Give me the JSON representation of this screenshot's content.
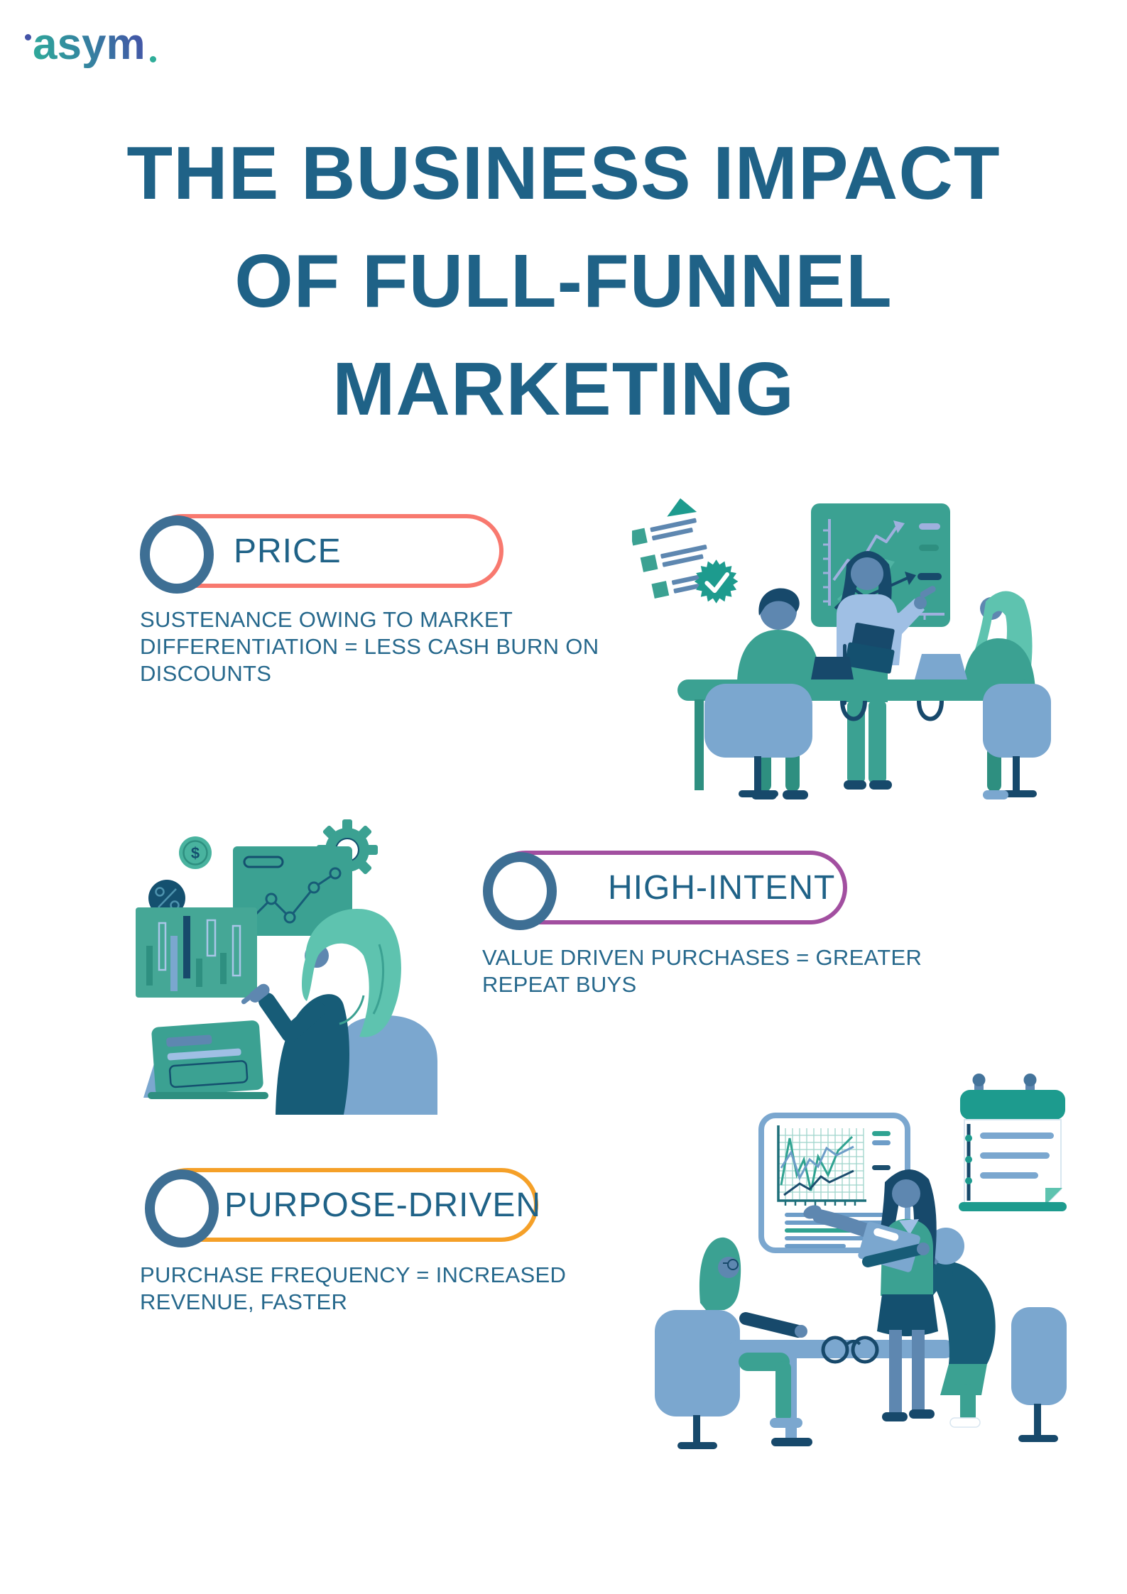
{
  "logo": {
    "text": "asym"
  },
  "title": {
    "lines": [
      "THE BUSINESS IMPACT",
      "OF FULL-FUNNEL",
      "MARKETING"
    ],
    "color": "#1F6287"
  },
  "sections": [
    {
      "label": "PRICE",
      "pill_color": "#F8796F",
      "ring_color": "#3E6F94",
      "description": "SUSTENANCE OWING TO MARKET DIFFERENTIATION = LESS CASH BURN ON DISCOUNTS",
      "description_lines": [
        "SUSTENANCE OWING TO MARKET",
        "DIFFERENTIATION = LESS CASH BURN ON",
        "DISCOUNTS"
      ]
    },
    {
      "label": "HIGH-INTENT",
      "pill_color": "#A24FA0",
      "ring_color": "#3E6F94",
      "description": "VALUE DRIVEN PURCHASES = GREATER REPEAT BUYS",
      "description_lines": [
        "VALUE DRIVEN PURCHASES = GREATER",
        "REPEAT BUYS"
      ]
    },
    {
      "label": "PURPOSE-DRIVEN",
      "pill_color": "#F5A028",
      "ring_color": "#3E6F94",
      "description": "PURCHASE FREQUENCY = INCREASED REVENUE, FASTER",
      "description_lines": [
        "PURCHASE FREQUENCY = INCREASED",
        "REVENUE, FASTER"
      ]
    }
  ],
  "text_color": "#26688C",
  "icons": {
    "dollar_glyph": "$",
    "percent_glyph": "%",
    "illustration_1": "team-presentation-scene",
    "illustration_2": "analyst-pointing-at-charts-scene",
    "illustration_3": "team-review-meeting-scene"
  },
  "palette": {
    "c-teal": "#3BA192",
    "c-teal-2": "#2E8F80",
    "c-teal-bright": "#1D9B8E",
    "c-teal-light": "#5EC3AF",
    "c-mint": "#49B39F",
    "c-navy": "#17496B",
    "c-navy-2": "#14506F",
    "c-steel": "#5E87B0",
    "c-blue": "#7BA7CF",
    "c-shirt": "#9FBFE4",
    "c-peri": "#9FB0DE",
    "c-grid": "#9ED4CB",
    "c-sweater": "#175C77",
    "logo-grad-1": "#2EAD99",
    "logo-grad-2": "#4453A7",
    "logo-dot-left": "#4453A7",
    "logo-dot-right": "#2EAD99",
    "title-color": "#1F6287"
  }
}
